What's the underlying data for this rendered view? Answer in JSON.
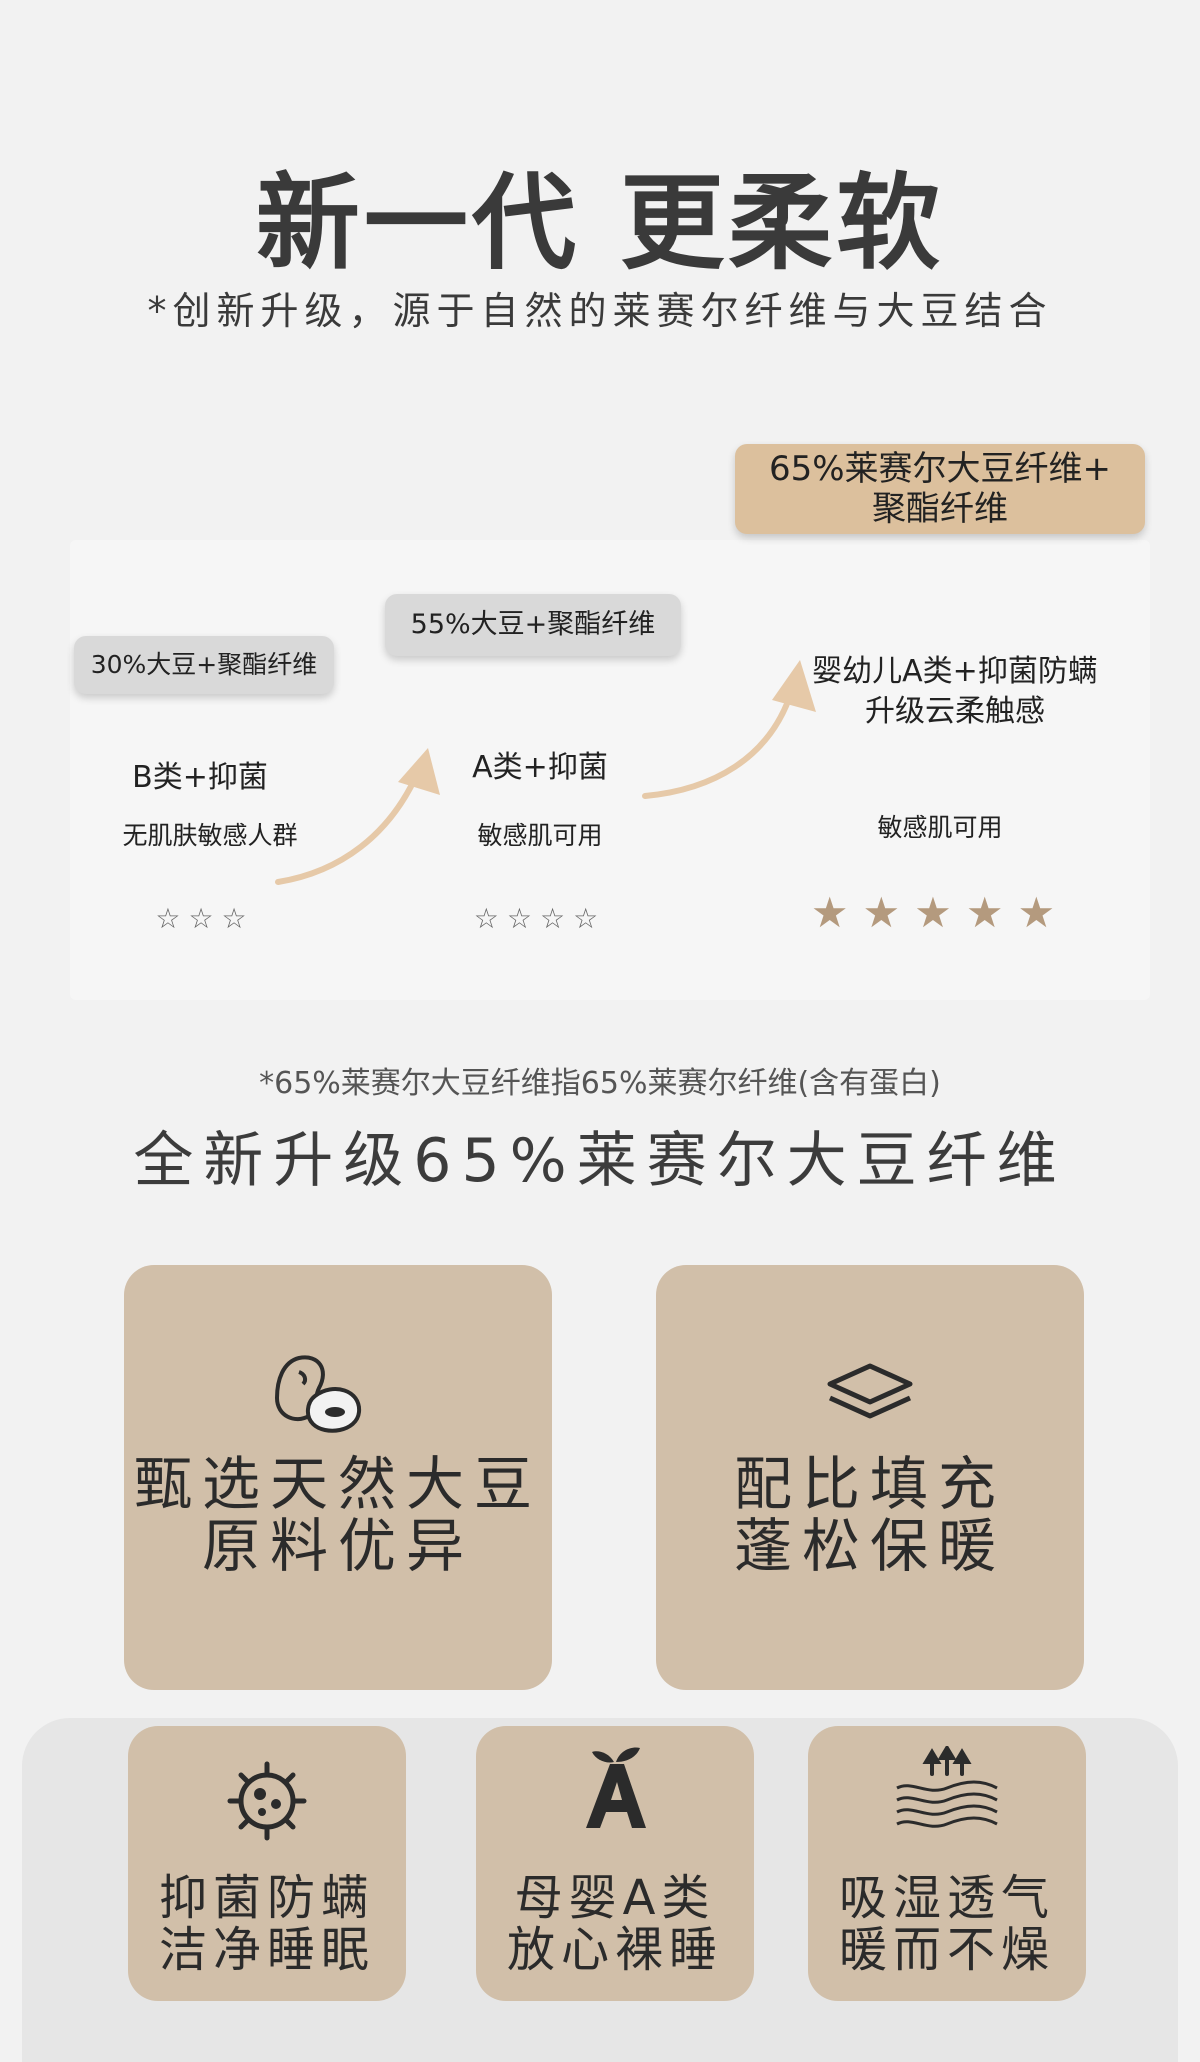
{
  "header": {
    "title": "新一代 更柔软",
    "subtitle": "*创新升级，源于自然的莱赛尔纤维与大豆结合"
  },
  "tiers": [
    {
      "badge": "30%大豆+聚酯纤维",
      "grade": "B类+抑菌",
      "suitability": "无肌肤敏感人群",
      "stars": "☆☆☆",
      "rating": 3
    },
    {
      "badge": "55%大豆+聚酯纤维",
      "grade": "A类+抑菌",
      "suitability": "敏感肌可用",
      "stars": "☆☆☆☆",
      "rating": 4
    },
    {
      "badge_line1": "65%莱赛尔大豆纤维+",
      "badge_line2": "聚酯纤维",
      "grade_line1": "婴幼儿A类+抑菌防螨",
      "grade_line2": "升级云柔触感",
      "suitability": "敏感肌可用",
      "stars": "★★★★★",
      "rating": 5
    }
  ],
  "note": "*65%莱赛尔大豆纤维指65%莱赛尔纤维(含有蛋白)",
  "upgrade_heading": "全新升级65%莱赛尔大豆纤维",
  "features": {
    "bean": {
      "icon": "bean-icon",
      "line1": "甄选天然大豆",
      "line2": "原料优异"
    },
    "layers": {
      "icon": "layers-icon",
      "line1": "配比填充",
      "line2": "蓬松保暖"
    },
    "germ": {
      "icon": "germ-icon",
      "line1": "抑菌防螨",
      "line2": "洁净睡眠"
    },
    "infant": {
      "icon": "a-class-icon",
      "line1": "母婴A类",
      "line2": "放心裸睡"
    },
    "breath": {
      "icon": "airflow-icon",
      "line1": "吸湿透气",
      "line2": "暖而不燥"
    }
  },
  "colors": {
    "card": "#d1bfa9",
    "highlight_badge": "#dcc09d",
    "arrow": "#e6c9a8",
    "star_full": "#b49a7e"
  }
}
